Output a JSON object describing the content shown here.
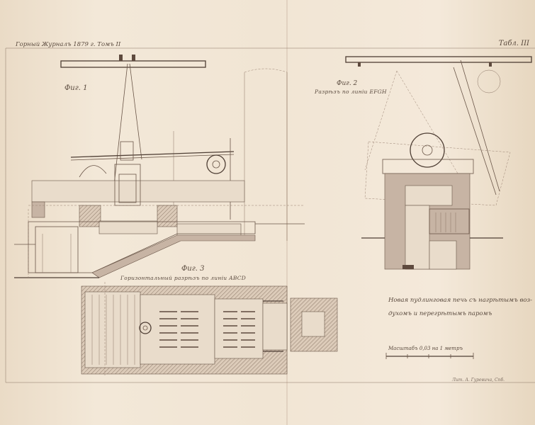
{
  "header": {
    "left": "Горный Журналъ 1879 г. Томъ II",
    "right": "Табл. III"
  },
  "figures": {
    "fig1": {
      "label": "Фиг. 1"
    },
    "fig2": {
      "label": "Фиг. 2",
      "subtitle": "Разрѣзъ по линіи EFGH"
    },
    "fig3": {
      "label": "Фиг. 3",
      "subtitle": "Горизонтальный разрѣзъ по линіи ABCD"
    }
  },
  "description": {
    "line1": "Новая пудлинговая печь съ нагрѣтымъ воз-",
    "line2": "духомъ и перегрѣтымъ паромъ"
  },
  "scale": {
    "label": "Масштабъ 0,03 на 1 метръ"
  },
  "printer": {
    "label": "Лит. А. Гуревича, Спб."
  }
}
